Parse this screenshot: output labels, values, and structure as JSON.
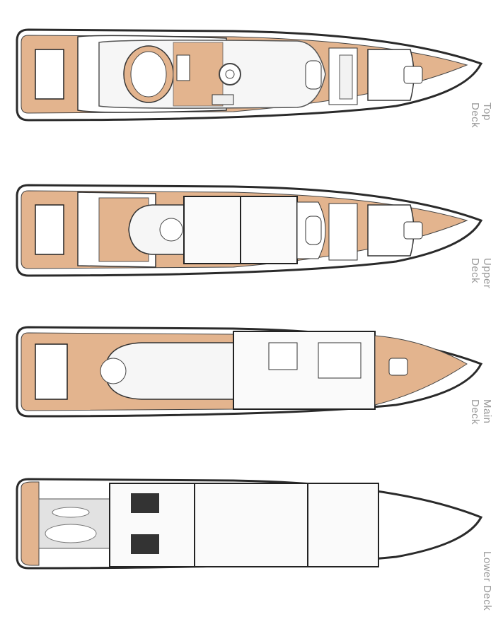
{
  "document": {
    "type": "yacht general arrangement deck plan",
    "colors": {
      "teak": "#e3b48e",
      "outline": "#2a2a2a",
      "interior": "#f4f4f4",
      "garage": "#e2e2e2",
      "label": "#9a9a9a"
    }
  },
  "decks": [
    {
      "id": "top",
      "label": "Top Deck"
    },
    {
      "id": "upper",
      "label": "Upper Deck"
    },
    {
      "id": "main",
      "label": "Main Deck"
    },
    {
      "id": "lower",
      "label": "Lower Deck"
    }
  ]
}
